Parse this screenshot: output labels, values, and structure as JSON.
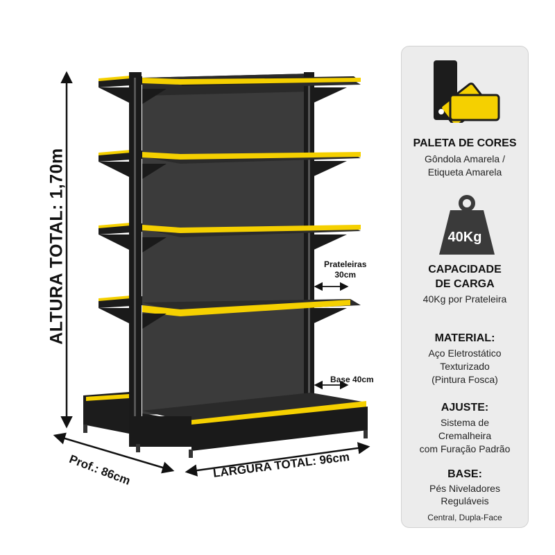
{
  "dimensions": {
    "altura_total": "ALTURA TOTAL: 1,70m",
    "profundidade": "Prof.: 86cm",
    "largura_total": "LARGURA TOTAL: 96cm",
    "prateleiras_line1": "Prateleiras",
    "prateleiras_line2": "30cm",
    "base": "Base 40cm"
  },
  "specs": {
    "paleta": {
      "heading": "PALETA DE CORES",
      "line1": "Gôndola Amarela /",
      "line2": "Etiqueta Amarela",
      "icon": "color-palette-icon"
    },
    "capacidade": {
      "weight_label": "40Kg",
      "heading_line1": "CAPACIDADE",
      "heading_line2": "DE CARGA",
      "line1": "40Kg por Prateleira",
      "icon": "weight-icon"
    },
    "material": {
      "heading": "MATERIAL:",
      "line1": "Aço Eletrostático",
      "line2": "Texturizado",
      "line3": "(Pintura Fosca)"
    },
    "ajuste": {
      "heading": "AJUSTE:",
      "line1": "Sistema de",
      "line2": "Cremalheira",
      "line3": "com Furação Padrão"
    },
    "base": {
      "heading": "BASE:",
      "line1": "Pés Niveladores",
      "line2": "Reguláveis",
      "line3": "Central, Dupla-Face"
    }
  },
  "colors": {
    "accent_yellow": "#f5d000",
    "frame_black": "#1c1c1c",
    "panel_bg": "#ececec"
  }
}
